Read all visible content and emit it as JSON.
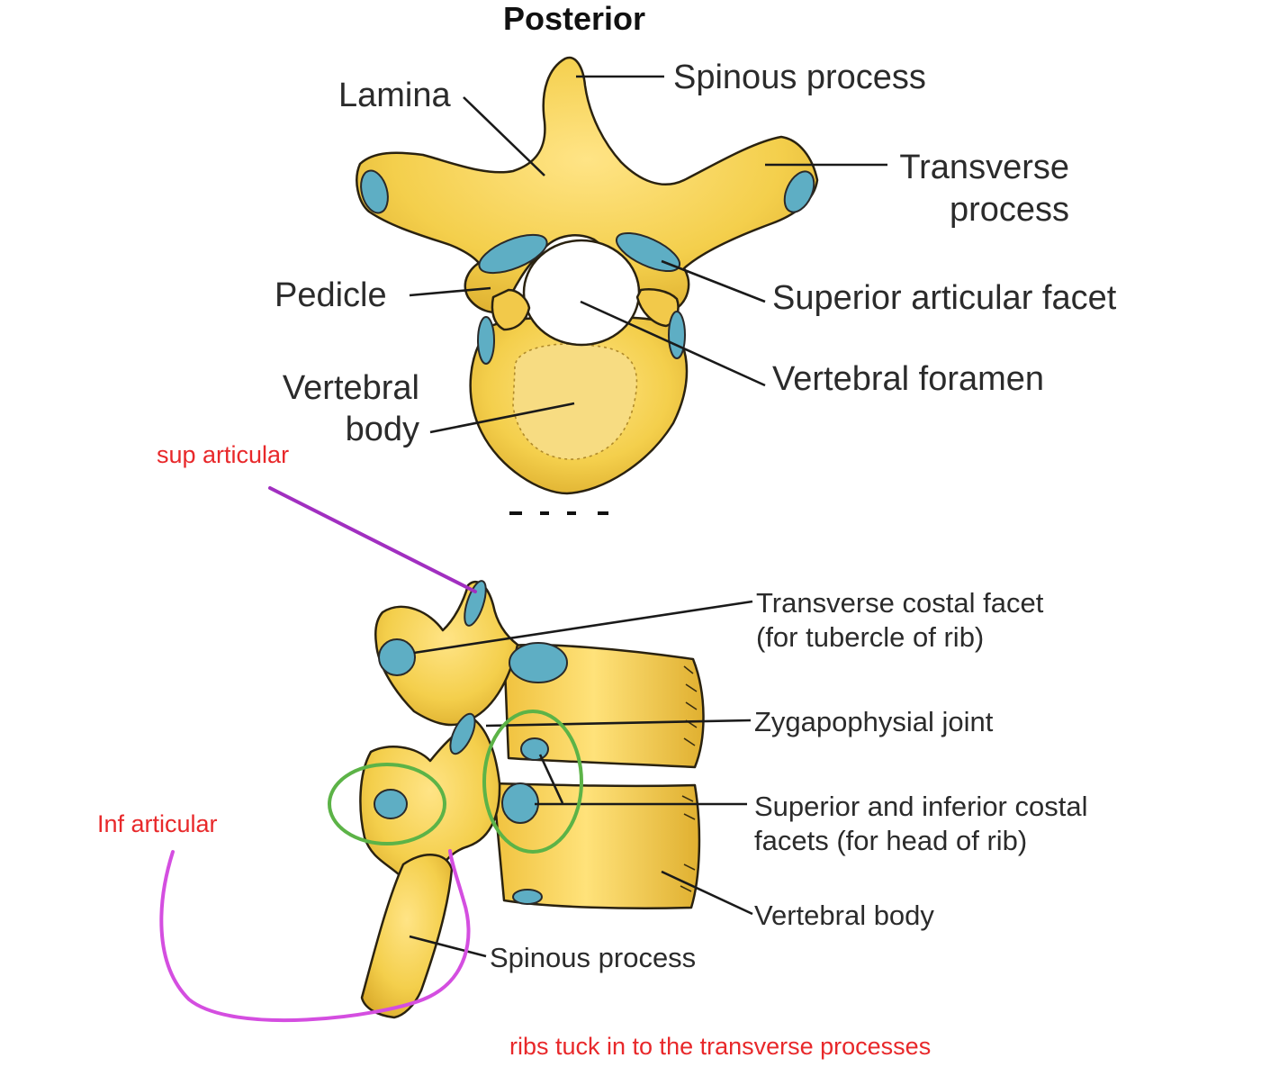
{
  "colors": {
    "bone": "#f2cd4a",
    "bone_light": "#ffe27a",
    "bone_shadow": "#c99a1a",
    "cartilage": "#5eaec4",
    "annotation_red": "#e8282a",
    "annotation_purple": "#a12fc0",
    "annotation_magenta": "#d44ee0",
    "annotation_green": "#5cb347"
  },
  "top_view": {
    "title": "Posterior",
    "labels": {
      "spinous_process": "Spinous process",
      "lamina": "Lamina",
      "transverse_process_1": "Transverse",
      "transverse_process_2": "process",
      "pedicle": "Pedicle",
      "superior_articular_facet": "Superior articular facet",
      "vertebral_body_1": "Vertebral",
      "vertebral_body_2": "body",
      "vertebral_foramen": "Vertebral foramen"
    }
  },
  "lateral_view": {
    "labels": {
      "transverse_costal_facet_1": "Transverse costal facet",
      "transverse_costal_facet_2": "(for tubercle of rib)",
      "zygapophysial_joint": "Zygapophysial joint",
      "costal_facets_1": "Superior and inferior costal",
      "costal_facets_2": "facets (for head of rib)",
      "vertebral_body": "Vertebral body",
      "spinous_process": "Spinous process"
    }
  },
  "annotations": {
    "sup_articular": "sup articular",
    "inf_articular": "Inf articular",
    "ribs_note": "ribs tuck in to the transverse processes"
  }
}
